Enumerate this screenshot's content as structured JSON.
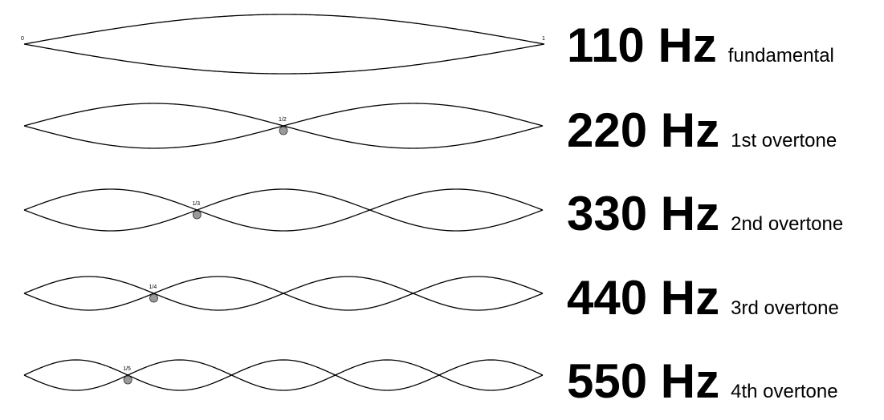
{
  "endpoints": {
    "start": "0",
    "end": "1"
  },
  "rows": [
    {
      "frequency": "110 Hz",
      "tone": "fundamental",
      "segments": 1,
      "node_label": ""
    },
    {
      "frequency": "220 Hz",
      "tone": "1st overtone",
      "segments": 2,
      "node_label": "1/2"
    },
    {
      "frequency": "330 Hz",
      "tone": "2nd overtone",
      "segments": 3,
      "node_label": "1/3"
    },
    {
      "frequency": "440 Hz",
      "tone": "3rd overtone",
      "segments": 4,
      "node_label": "1/4"
    },
    {
      "frequency": "550 Hz",
      "tone": "4th overtone",
      "segments": 5,
      "node_label": "1/5"
    }
  ],
  "colors": {
    "string": "#000000",
    "node_marker": "#9a9a9a"
  }
}
